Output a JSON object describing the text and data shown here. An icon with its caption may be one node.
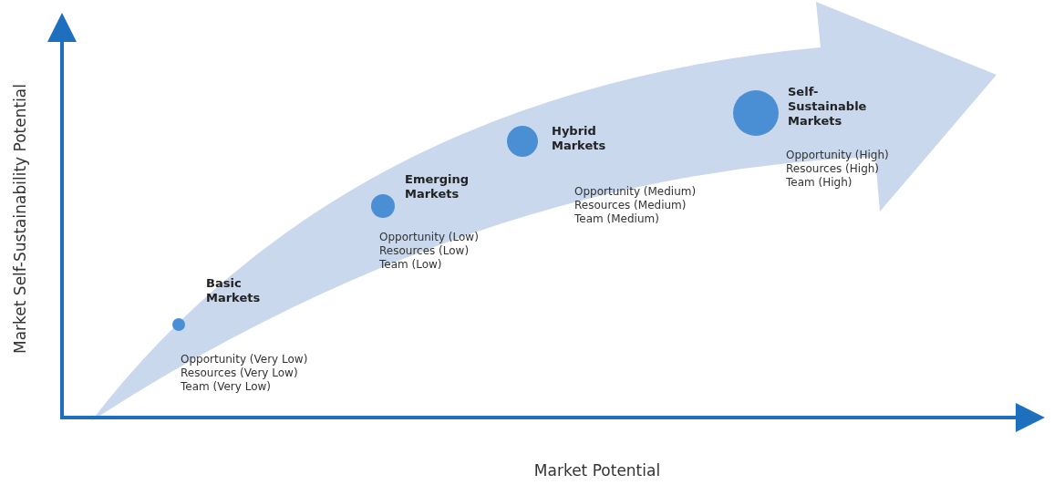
{
  "diagram": {
    "nodes": [
      {
        "text": [],
        "shape": "circle",
        "beside": [
          "Basic Markets",
          "Opportunity (Very Low)",
          "Resources (Very Low)",
          "Team (Very Low)"
        ]
      },
      {
        "text": [],
        "shape": "circle",
        "beside": [
          "Emerging Markets",
          "Opportunity (Low)",
          "Resources (Low)",
          "Team (Low)"
        ]
      },
      {
        "text": [],
        "shape": "circle",
        "beside": [
          "Hybrid Markets",
          "Opportunity (Medium)",
          "Resources (Medium)",
          "Team (Medium)"
        ]
      },
      {
        "text": [],
        "shape": "circle",
        "beside": [
          "Self-Sustainable Markets",
          "Opportunity (High)",
          "Resources (High)",
          "Team (High)"
        ]
      }
    ],
    "edges": [],
    "labels": [
      "Market Self-Sustainability Potential",
      "Market Potential"
    ]
  }
}
